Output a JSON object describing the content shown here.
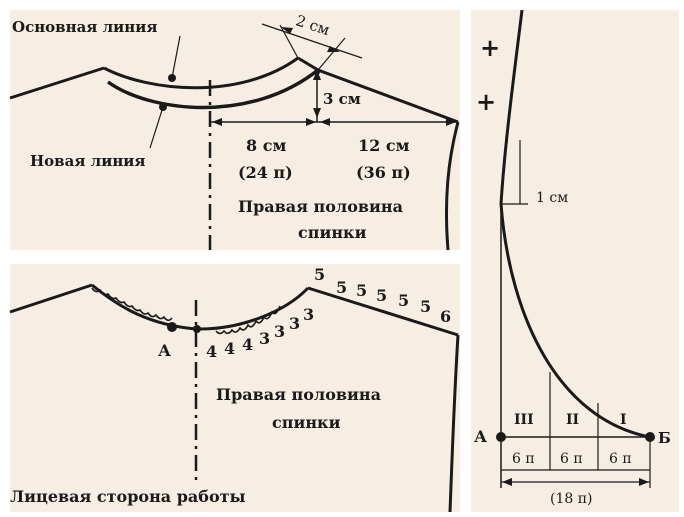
{
  "colors": {
    "paper": "#f7eee3",
    "ink": "#1a1a1a",
    "border": "#ffffff"
  },
  "panel1": {
    "basic_line": "Основная линия",
    "new_line": "Новая линия",
    "dim_2cm": "2 см",
    "dim_3cm": "3 см",
    "dim_8cm": "8 см",
    "dim_24p": "(24 п)",
    "dim_12cm": "12 см",
    "dim_36p": "(36 п)",
    "title_1": "Правая половина",
    "title_2": "спинки"
  },
  "panel2": {
    "point_a": "А",
    "counts_neck": [
      "4",
      "4",
      "4",
      "3",
      "3",
      "3",
      "3"
    ],
    "counts_shoulder": [
      "5",
      "5",
      "5",
      "5",
      "5",
      "5",
      "6"
    ],
    "title_1": "Правая половина",
    "title_2": "спинки",
    "caption": "Лицевая сторона работы"
  },
  "panel3": {
    "plus_1": "+",
    "plus_2": "+",
    "dim_1cm": "1 см",
    "point_a": "А",
    "point_b": "Б",
    "section_labels": [
      "III",
      "II",
      "I"
    ],
    "section_counts": [
      "6 п",
      "6 п",
      "6 п"
    ],
    "total": "(18 п)"
  }
}
